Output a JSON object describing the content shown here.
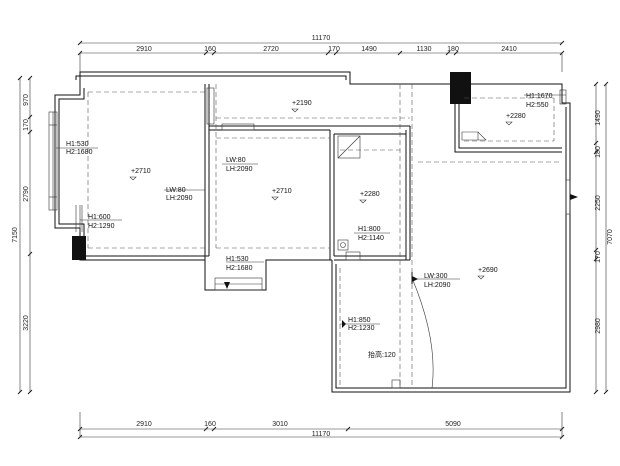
{
  "dimensions": {
    "top_total": "11170",
    "top": [
      "2910",
      "160",
      "2720",
      "170",
      "1490",
      "1130",
      "180",
      "2410"
    ],
    "bottom_total": "11170",
    "bottom": [
      "2910",
      "160",
      "3010",
      "5090"
    ],
    "left_total": "7150",
    "left": [
      "970",
      "170",
      "2790",
      "3220"
    ],
    "right_total": "7070",
    "right": [
      "1490",
      "180",
      "2250",
      "170",
      "2980"
    ]
  },
  "labels": {
    "window_left_h1": "H1:530",
    "window_left_h2": "H2:1680",
    "ceiling_left_room": "+2710",
    "door_left_lw": "LW:80",
    "door_left_lh": "LH:2090",
    "window_small_h1": "H1:600",
    "window_small_h2": "H2:1290",
    "ceiling_top_corridor": "+2190",
    "door_mid_lw": "LW:80",
    "door_mid_lh": "LH:2090",
    "ceiling_mid_room": "+2710",
    "window_bottom_h1": "H1:530",
    "window_bottom_h2": "H2:1680",
    "ceiling_bath": "+2280",
    "window_bath_h1": "H1:800",
    "window_bath_h2": "H2:1140",
    "window_topright_h1": "H1:1670",
    "window_topright_h2": "H2:550",
    "ceiling_kitchen": "+2280",
    "door_main_lw": "LW:300",
    "door_main_lh": "LH:2090",
    "ceiling_living": "+2690",
    "window_lower_h1": "H1:850",
    "window_lower_h2": "H2:1230",
    "raise_note": "抬高:120"
  }
}
